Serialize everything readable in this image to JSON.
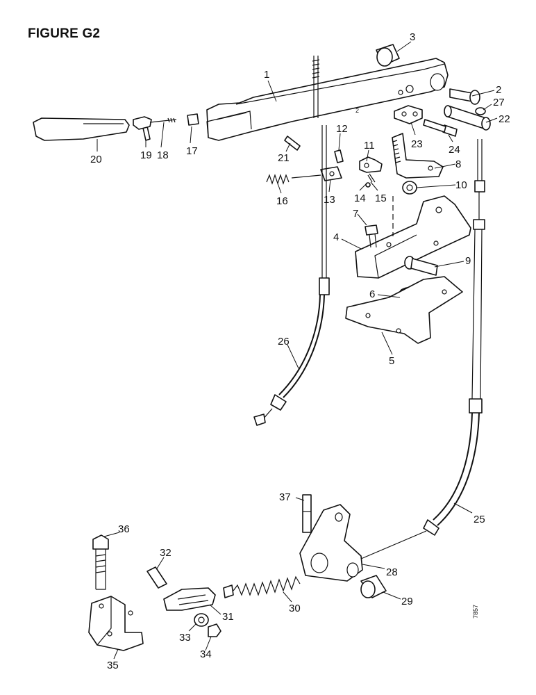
{
  "figure": {
    "title": "FIGURE G2",
    "reference_code": "7857"
  },
  "callouts": [
    {
      "id": "1",
      "label": "1"
    },
    {
      "id": "2",
      "label": "2"
    },
    {
      "id": "3",
      "label": "3"
    },
    {
      "id": "4",
      "label": "4"
    },
    {
      "id": "5",
      "label": "5"
    },
    {
      "id": "6",
      "label": "6"
    },
    {
      "id": "7",
      "label": "7"
    },
    {
      "id": "8",
      "label": "8"
    },
    {
      "id": "9",
      "label": "9"
    },
    {
      "id": "10",
      "label": "10"
    },
    {
      "id": "11",
      "label": "11"
    },
    {
      "id": "12",
      "label": "12"
    },
    {
      "id": "13",
      "label": "13"
    },
    {
      "id": "14",
      "label": "14"
    },
    {
      "id": "15",
      "label": "15"
    },
    {
      "id": "16",
      "label": "16"
    },
    {
      "id": "17",
      "label": "17"
    },
    {
      "id": "18",
      "label": "18"
    },
    {
      "id": "19",
      "label": "19"
    },
    {
      "id": "20",
      "label": "20"
    },
    {
      "id": "21",
      "label": "21"
    },
    {
      "id": "22",
      "label": "22"
    },
    {
      "id": "23",
      "label": "23"
    },
    {
      "id": "24",
      "label": "24"
    },
    {
      "id": "25",
      "label": "25"
    },
    {
      "id": "26",
      "label": "26"
    },
    {
      "id": "27",
      "label": "27"
    },
    {
      "id": "28",
      "label": "28"
    },
    {
      "id": "29",
      "label": "29"
    },
    {
      "id": "30",
      "label": "30"
    },
    {
      "id": "31",
      "label": "31"
    },
    {
      "id": "32",
      "label": "32"
    },
    {
      "id": "33",
      "label": "33"
    },
    {
      "id": "34",
      "label": "34"
    },
    {
      "id": "35",
      "label": "35"
    },
    {
      "id": "36",
      "label": "36"
    },
    {
      "id": "37",
      "label": "37"
    }
  ]
}
